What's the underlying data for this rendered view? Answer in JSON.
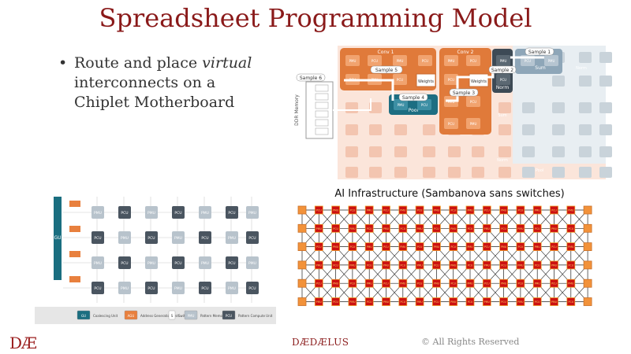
{
  "slide": {
    "title": "Spreadsheet Programming Model",
    "bullet": {
      "line1_pre": "Route and place ",
      "line1_em": "virtual",
      "line2": "interconnects on a",
      "line3": "Chiplet Motherboard"
    }
  },
  "top_diagram": {
    "memory_label": "DDR Memory",
    "sample_labels": [
      "Sample 6",
      "Sample 5",
      "Sample 4",
      "Sample 3",
      "Sample 2",
      "Sample 1"
    ],
    "block_labels": [
      "Conv 1",
      "Conv 2",
      "Sum",
      "Norm",
      "Pool",
      "Weights",
      "Weights",
      "Norm",
      "Norm",
      "Pool",
      "Sum"
    ],
    "unit_labels": [
      "PMU",
      "PCU"
    ]
  },
  "left_diagram": {
    "vertical_label": "GU",
    "unit_labels": [
      "PMU",
      "PCU"
    ],
    "legend": [
      {
        "box": "GU",
        "text": "Coalescing Unit"
      },
      {
        "box": "AGU",
        "text": "Address Generation Unit"
      },
      {
        "box": "S",
        "text": "Switch"
      },
      {
        "box": "PMU",
        "text": "Pattern Memory Unit"
      },
      {
        "box": "PCU",
        "text": "Pattern Compute Unit"
      }
    ]
  },
  "ai_infrastructure": {
    "title": "AI Infrastructure (Sambanova sans switches)",
    "tile_labels": [
      "PMU",
      "PCU"
    ]
  },
  "footer": {
    "logo": "DÆ",
    "brand": "DÆDÆLUS",
    "copyright": "© All Rights Reserved"
  },
  "colors": {
    "title": "#8a1a1a",
    "orange": "#e8803e",
    "red_tile": "#cc1111",
    "teal": "#1a6e80",
    "dark_unit": "#4a5560",
    "light_unit": "#b8c3cc"
  }
}
